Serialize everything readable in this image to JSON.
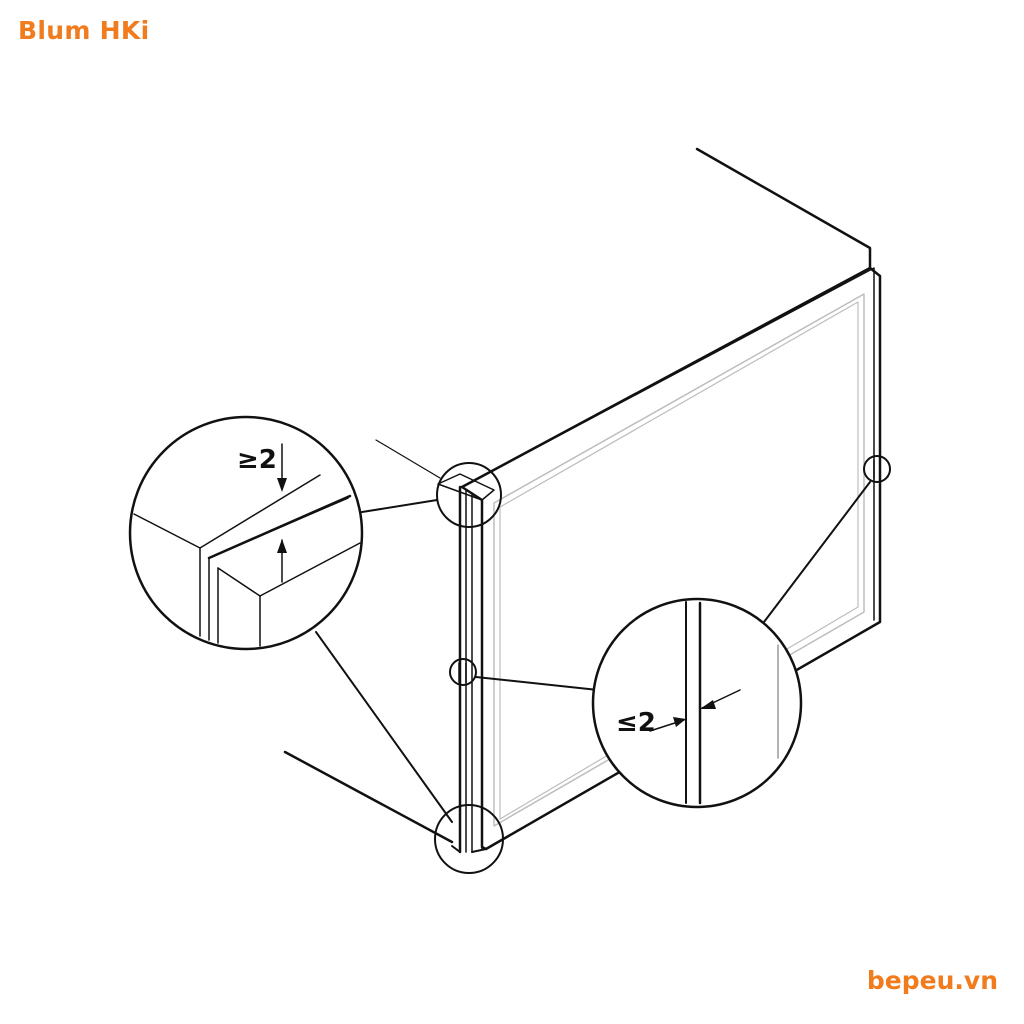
{
  "header": {
    "title": "Blum HKi"
  },
  "footer": {
    "brand": "bepeu.vn"
  },
  "diagram": {
    "detail_top_label": "≥2",
    "detail_right_label": "≤2",
    "colors": {
      "brand": "#f07c1e",
      "line": "#111111",
      "frame_light": "#bdbdbd"
    }
  }
}
